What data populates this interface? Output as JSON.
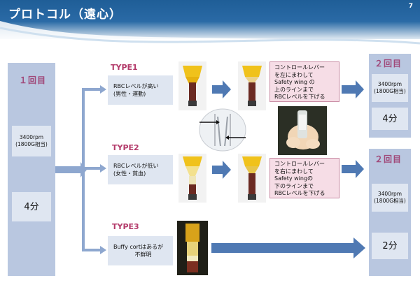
{
  "slide": {
    "title": "プロトコル（遠心）",
    "page_number": "7"
  },
  "round1": {
    "label": "１回目",
    "speed": "3400rpm",
    "speed_note": "(1800G相当)",
    "time": "4分"
  },
  "type1": {
    "label": "TYPE1",
    "description_line1": "RBCレベルが高い",
    "description_line2": "(男性・運動)",
    "instruction": [
      "コントロールレバー",
      "を左にまわして",
      "Safety wing の",
      "上のラインまで",
      "RBCレベルを下げる"
    ]
  },
  "type2": {
    "label": "TYPE2",
    "description_line1": "RBCレベルが低い",
    "description_line2": "(女性・貧血)",
    "instruction": [
      "コントロールレバー",
      "を右にまわして",
      "Safety wingの",
      "下のラインまで",
      "RBCレベルを下げる"
    ]
  },
  "type3": {
    "label": "TYPE3",
    "description_line1": "Buffy cortはあるが",
    "description_line2": "不鮮明"
  },
  "round2_top": {
    "label": "２回目",
    "speed": "3400rpm",
    "speed_note": "(1800G相当)",
    "time": "4分"
  },
  "round2_bottom": {
    "label": "２回目",
    "speed": "3400rpm",
    "speed_note": "(1800G相当)",
    "time": "2分"
  },
  "colors": {
    "header_blue": "#1f5e97",
    "panel": "#b9c7e0",
    "box": "#dfe6f1",
    "accent_pink": "#b33a6a",
    "note_fill": "#f6dde6",
    "arrow_blue": "#4f79b3"
  }
}
